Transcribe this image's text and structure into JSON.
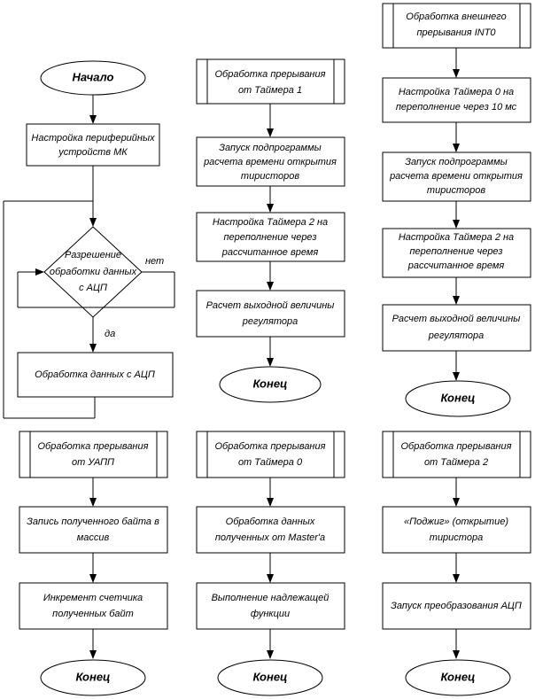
{
  "left_flow": {
    "start": "Начало",
    "init": [
      "Настройка периферийных",
      "устройств МК"
    ],
    "decision": [
      "Разрешение",
      "обработки данных",
      "с АЦП"
    ],
    "no_label": "нет",
    "yes_label": "да",
    "process_adc": "Обработка данных с АЦП"
  },
  "timer1_flow": {
    "title": [
      "Обработка прерывания",
      "от Таймера 1"
    ],
    "step1": [
      "Запуск подпрограммы",
      "расчета времени открытия",
      "тиристоров"
    ],
    "step2": [
      "Настройка Таймера 2 на",
      "переполнение через",
      "рассчитанное время"
    ],
    "step3": [
      "Расчет выходной величины",
      "регулятора"
    ],
    "end": "Конец"
  },
  "int0_flow": {
    "title": [
      "Обработка внешнего",
      "прерывания INT0"
    ],
    "step1": [
      "Настройка Таймера 0 на",
      "переполнение через 10 мс"
    ],
    "step2": [
      "Запуск подпрограммы",
      "расчета времени открытия",
      "тиристоров"
    ],
    "step3": [
      "Настройка Таймера 2 на",
      "переполнение через",
      "рассчитанное время"
    ],
    "step4": [
      "Расчет выходной величины",
      "регулятора"
    ],
    "end": "Конец"
  },
  "uart_flow": {
    "title": [
      "Обработка прерывания",
      "от УАПП"
    ],
    "step1": [
      "Запись полученного байта в",
      "массив"
    ],
    "step2": [
      "Инкремент счетчика",
      "полученных байт"
    ],
    "end": "Конец"
  },
  "timer0_flow": {
    "title": [
      "Обработка прерывания",
      "от Таймера 0"
    ],
    "step1": [
      "Обработка данных",
      "полученных от Master'a"
    ],
    "step2": [
      "Выполнение надлежащей",
      "функции"
    ],
    "end": "Конец"
  },
  "timer2_flow": {
    "title": [
      "Обработка прерывания",
      "от Таймера 2"
    ],
    "step1": [
      "«Поджиг» (открытие)",
      "тиристора"
    ],
    "step2": "Запуск преобразования АЦП",
    "end": "Конец"
  }
}
